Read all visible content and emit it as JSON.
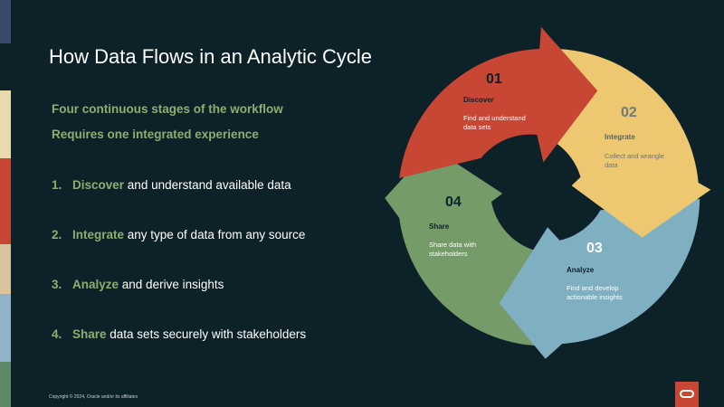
{
  "slide": {
    "title": "How Data Flows in an Analytic Cycle",
    "subtitle_1": "Four continuous stages of the workflow",
    "subtitle_2": "Requires one integrated experience",
    "steps": [
      {
        "num": "1.",
        "keyword": "Discover",
        "rest": " and understand available data"
      },
      {
        "num": "2.",
        "keyword": "Integrate",
        "rest": " any type of data from any source"
      },
      {
        "num": "3.",
        "keyword": "Analyze",
        "rest": " and derive insights"
      },
      {
        "num": "4.",
        "keyword": "Share",
        "rest": " data sets securely with stakeholders"
      }
    ],
    "copyright": "Copyright © 2024, Oracle and/or its affiliates"
  },
  "cycle": {
    "stages": [
      {
        "num": "01",
        "name": "Discover",
        "desc_line1": "Find and understand",
        "desc_line2": "data sets"
      },
      {
        "num": "02",
        "name": "Integrate",
        "desc_line1": "Collect and wrangle",
        "desc_line2": "data"
      },
      {
        "num": "03",
        "name": "Analyze",
        "desc_line1": "Find and develop",
        "desc_line2": "actionable insights"
      },
      {
        "num": "04",
        "name": "Share",
        "desc_line1": "Share data with",
        "desc_line2": "stakeholders"
      }
    ]
  },
  "colors": {
    "background": "#0d2129",
    "accent_green": "#8cae6f",
    "discover": "#c74634",
    "integrate": "#edc870",
    "analyze": "#7fb0c2",
    "share": "#759b69",
    "oracle_red": "#c74634"
  },
  "icons": {
    "brand_logo": "oracle-logo-icon"
  }
}
